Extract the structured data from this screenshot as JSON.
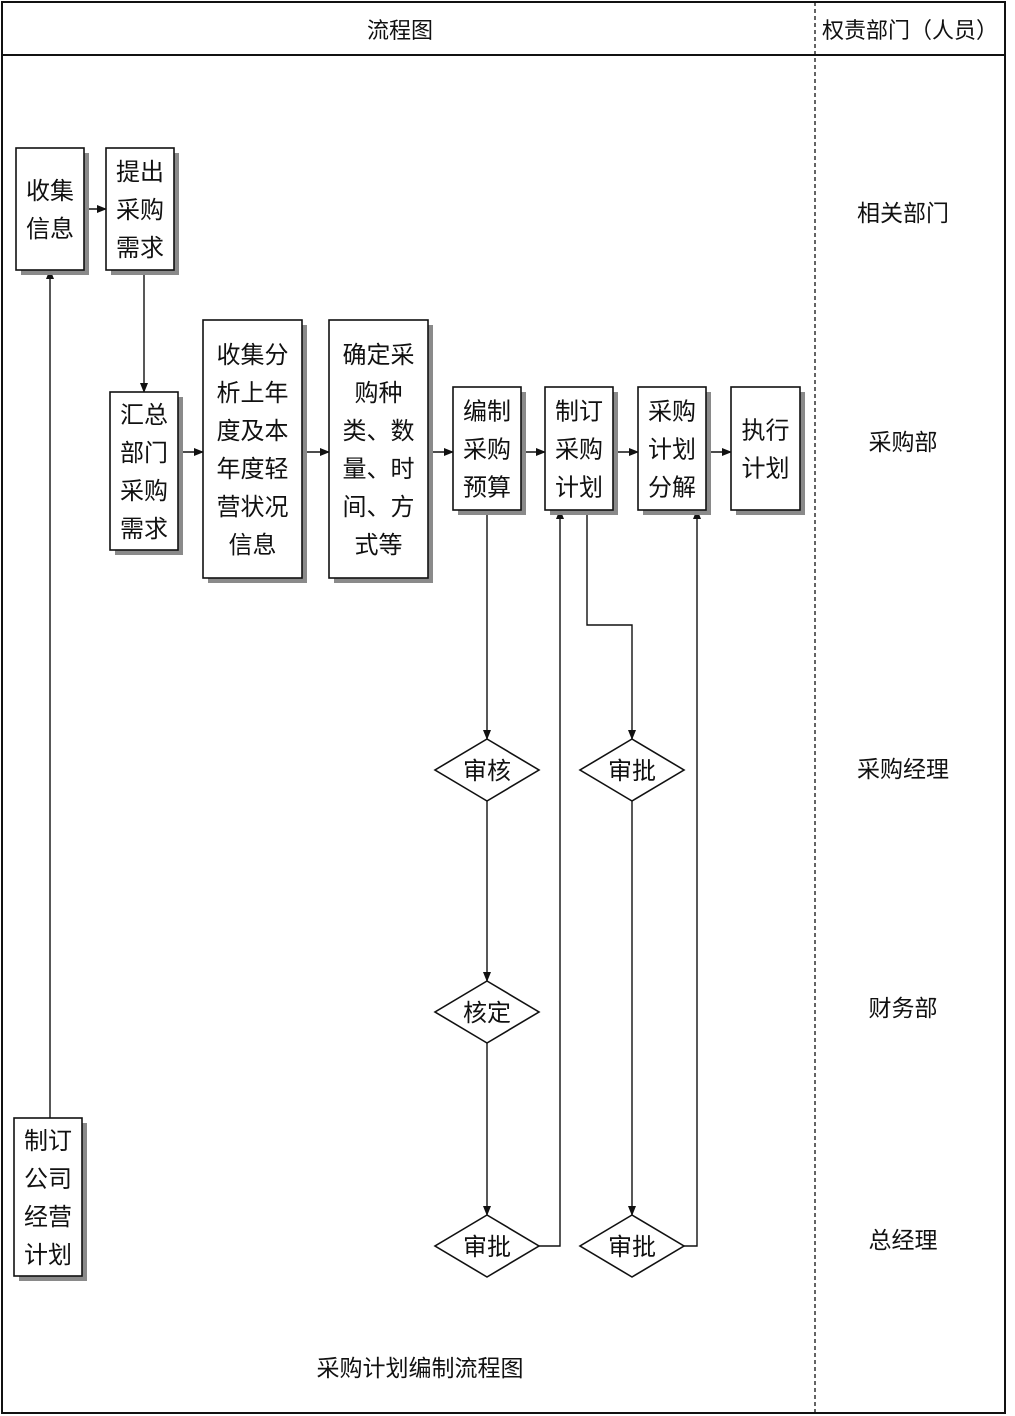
{
  "header": {
    "flow_title": "流程图",
    "dept_title": "权责部门（人员）"
  },
  "departments": [
    {
      "id": "related",
      "label": "相关部门"
    },
    {
      "id": "purchasing",
      "label": "采购部"
    },
    {
      "id": "purch_mgr",
      "label": "采购经理"
    },
    {
      "id": "finance",
      "label": "财务部"
    },
    {
      "id": "gm",
      "label": "总经理"
    }
  ],
  "nodes": [
    {
      "id": "collect_info",
      "shape": "box",
      "lines": [
        "收集",
        "信息"
      ]
    },
    {
      "id": "raise_demand",
      "shape": "box",
      "lines": [
        "提出",
        "采购",
        "需求"
      ]
    },
    {
      "id": "summarize",
      "shape": "box",
      "lines": [
        "汇总",
        "部门",
        "采购",
        "需求"
      ]
    },
    {
      "id": "analyze",
      "shape": "box",
      "lines": [
        "收集分",
        "析上年",
        "度及本",
        "年度轻",
        "营状况",
        "信息"
      ]
    },
    {
      "id": "determine",
      "shape": "box",
      "lines": [
        "确定采",
        "购种",
        "类、数",
        "量、时",
        "间、方",
        "式等"
      ]
    },
    {
      "id": "budget",
      "shape": "box",
      "lines": [
        "编制",
        "采购",
        "预算"
      ]
    },
    {
      "id": "make_plan",
      "shape": "box",
      "lines": [
        "制订",
        "采购",
        "计划"
      ]
    },
    {
      "id": "decompose",
      "shape": "box",
      "lines": [
        "采购",
        "计划",
        "分解"
      ]
    },
    {
      "id": "execute",
      "shape": "box",
      "lines": [
        "执行",
        "计划"
      ]
    },
    {
      "id": "company_plan",
      "shape": "box",
      "lines": [
        "制订",
        "公司",
        "经营",
        "计划"
      ]
    },
    {
      "id": "review",
      "shape": "diamond",
      "lines": [
        "审核"
      ]
    },
    {
      "id": "approve_mgr",
      "shape": "diamond",
      "lines": [
        "审批"
      ]
    },
    {
      "id": "verify",
      "shape": "diamond",
      "lines": [
        "核定"
      ]
    },
    {
      "id": "approve_gm1",
      "shape": "diamond",
      "lines": [
        "审批"
      ]
    },
    {
      "id": "approve_gm2",
      "shape": "diamond",
      "lines": [
        "审批"
      ]
    }
  ],
  "edges": [
    {
      "from": "company_plan",
      "to": "collect_info"
    },
    {
      "from": "collect_info",
      "to": "raise_demand"
    },
    {
      "from": "raise_demand",
      "to": "summarize"
    },
    {
      "from": "summarize",
      "to": "analyze"
    },
    {
      "from": "analyze",
      "to": "determine"
    },
    {
      "from": "determine",
      "to": "budget"
    },
    {
      "from": "budget",
      "to": "review"
    },
    {
      "from": "review",
      "to": "verify"
    },
    {
      "from": "verify",
      "to": "approve_gm1"
    },
    {
      "from": "approve_gm1",
      "to": "make_plan"
    },
    {
      "from": "budget",
      "to": "make_plan"
    },
    {
      "from": "make_plan",
      "to": "approve_mgr"
    },
    {
      "from": "approve_mgr",
      "to": "approve_gm2"
    },
    {
      "from": "approve_gm2",
      "to": "decompose"
    },
    {
      "from": "make_plan",
      "to": "decompose"
    },
    {
      "from": "decompose",
      "to": "execute"
    }
  ],
  "caption": "采购计划编制流程图"
}
